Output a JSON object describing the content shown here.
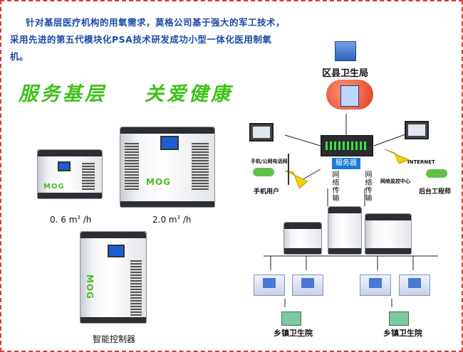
{
  "intro_text": "针对基层医疗机构的用氧需求，莫格公司基于强大的军工技术，采用先进的第五代模块化PSA技术研发成功小型一体化医用制氧机。",
  "slogans": [
    "服务基层",
    "关爱健康"
  ],
  "products": [
    {
      "label_num": "0. 6 m",
      "label_sup": "3",
      "label_unit": " /h",
      "logo": "MOG"
    },
    {
      "label_num": "2.0 m",
      "label_sup": "3",
      "label_unit": " /h",
      "logo": "MOG"
    },
    {
      "label": "智能控制器",
      "logo": "MOG"
    }
  ],
  "network": {
    "top": "区县卫生局",
    "server": "服务器",
    "link_left": "网络传输",
    "link_right": "网络传输",
    "mobile_label": "手机/公网电话网",
    "mobile_user": "手机用户",
    "internet": "INTERNET",
    "engineer": "后台工程师",
    "remote_note": "网络监控中心",
    "township_1": "乡镇卫生院",
    "township_2": "乡镇卫生院"
  },
  "colors": {
    "intro": "#1a4aa8",
    "slogan": "#3ec21a",
    "frame": "#e8322c",
    "accent": "#4bbd24"
  }
}
